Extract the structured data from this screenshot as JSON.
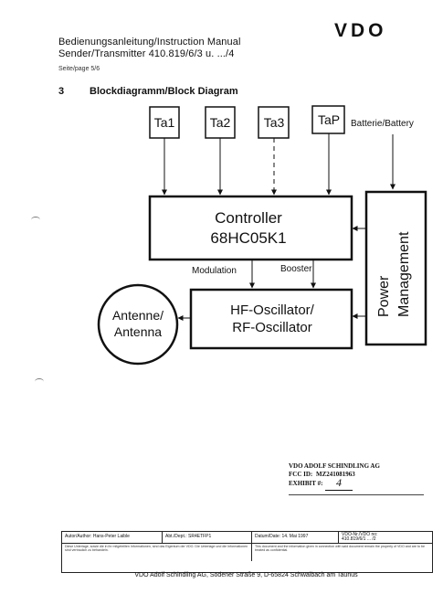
{
  "header": {
    "title_line1": "Bedienungsanleitung/Instruction Manual",
    "title_line2": "Sender/Transmitter 410.819/6/3 u. .../4",
    "logo": "VDO",
    "page_label": "Seite/page 5/6"
  },
  "section": {
    "number": "3",
    "title": "Blockdiagramm/Block Diagram"
  },
  "diagram": {
    "ta1": "Ta1",
    "ta2": "Ta2",
    "ta3": "Ta3",
    "tap": "TaP",
    "battery": "Batterie/Battery",
    "controller_line1": "Controller",
    "controller_line2": "68HC05K1",
    "power_line1": "Power",
    "power_line2": "Management",
    "modulation": "Modulation",
    "booster": "Booster",
    "antenna_line1": "Antenne/",
    "antenna_line2": "Antenna",
    "osc_line1": "HF-Oscillator/",
    "osc_line2": "RF-Oscillator"
  },
  "stamp": {
    "company": "VDO ADOLF SCHINDLING AG",
    "fcc_label": "FCC ID:",
    "fcc_id": "MZ241081963",
    "exhibit_label": "EXHIBIT #:",
    "exhibit_value": "4"
  },
  "footer": {
    "author_label": "Autor/Author:",
    "author_value": "Hans-Peter Laible",
    "dept_label": "Abt./Dept.:",
    "dept_value": "SR4ETFP1",
    "date_label": "Datum/Date: 14. Mai 1997",
    "vdo_no_label": "VDO-Nr./VDO no:",
    "vdo_no_value": "410.819/6/1 ... /2",
    "notice_de": "Diese Unterlage, sowie die in ihr mitgeteilten Informationen, sind das Eigentum der VDO. Die Unterlage und die Informationen sind vertraulich zu behandeln.",
    "notice_en": "This document and the information given in connection with said document remain the property of VDO and are to be treated as confidential.",
    "address": "VDO Adolf Schindling AG, Sodener Straße 9, D-65824 Schwalbach am Taunus"
  }
}
